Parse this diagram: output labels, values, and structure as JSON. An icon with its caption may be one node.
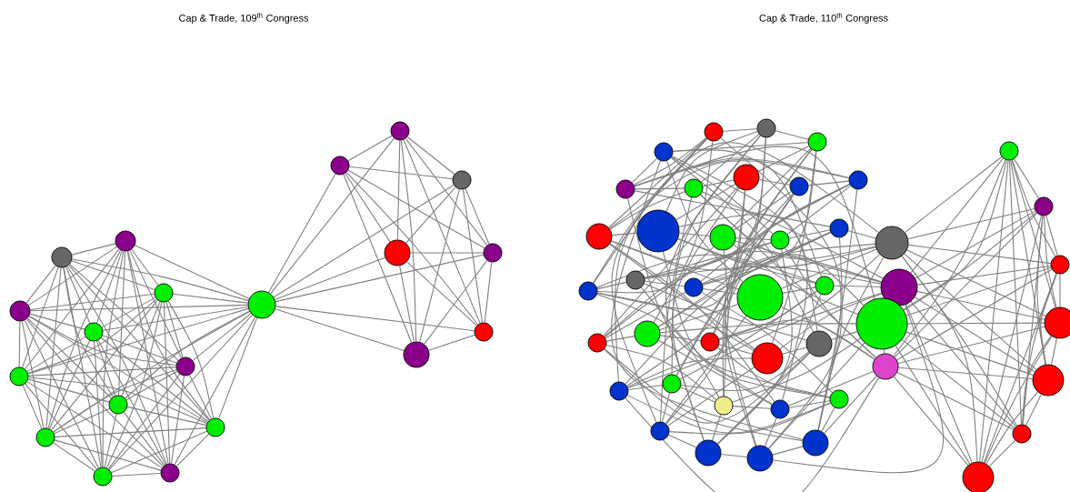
{
  "diagram": {
    "labels": [
      "Cap & Trade, 109$^{th}$ Congress",
      "Cap & Trade, 110$^{th}$ Congress"
    ],
    "nodes": [
      {
        "text": [],
        "shape": "circle"
      },
      {
        "text": [],
        "shape": "circle"
      },
      {
        "text": [],
        "shape": "circle"
      },
      {
        "text": [],
        "shape": "circle"
      },
      {
        "text": [],
        "shape": "circle"
      },
      {
        "text": [],
        "shape": "circle"
      },
      {
        "text": [],
        "shape": "circle"
      },
      {
        "text": [],
        "shape": "circle"
      },
      {
        "text": [],
        "shape": "circle"
      },
      {
        "text": [],
        "shape": "circle"
      },
      {
        "text": [],
        "shape": "circle"
      },
      {
        "text": [],
        "shape": "circle"
      },
      {
        "text": [],
        "shape": "circle"
      },
      {
        "text": [],
        "shape": "circle"
      },
      {
        "text": [],
        "shape": "circle"
      },
      {
        "text": [],
        "shape": "circle"
      },
      {
        "text": [],
        "shape": "circle"
      },
      {
        "text": [],
        "shape": "circle"
      },
      {
        "text": [],
        "shape": "circle"
      },
      {
        "text": [],
        "shape": "circle"
      },
      {
        "text": [],
        "shape": "circle"
      },
      {
        "text": [],
        "shape": "circle"
      },
      {
        "text": [],
        "shape": "circle"
      },
      {
        "text": [],
        "shape": "circle"
      },
      {
        "text": [],
        "shape": "circle"
      },
      {
        "text": [],
        "shape": "circle"
      },
      {
        "text": [],
        "shape": "circle"
      },
      {
        "text": [],
        "shape": "circle"
      },
      {
        "text": [],
        "shape": "circle"
      },
      {
        "text": [],
        "shape": "circle"
      },
      {
        "text": [],
        "shape": "circle"
      },
      {
        "text": [],
        "shape": "circle"
      },
      {
        "text": [],
        "shape": "circle"
      },
      {
        "text": [],
        "shape": "circle"
      },
      {
        "text": [],
        "shape": "circle"
      },
      {
        "text": [],
        "shape": "circle"
      },
      {
        "text": [],
        "shape": "circle"
      },
      {
        "text": [],
        "shape": "circle"
      },
      {
        "text": [],
        "shape": "circle"
      },
      {
        "text": [],
        "shape": "circle"
      },
      {
        "text": [],
        "shape": "circle"
      },
      {
        "text": [],
        "shape": "circle"
      },
      {
        "text": [],
        "shape": "circle"
      },
      {
        "text": [],
        "shape": "circle"
      },
      {
        "text": [],
        "shape": "circle"
      },
      {
        "text": [],
        "shape": "circle"
      },
      {
        "text": [],
        "shape": "circle"
      },
      {
        "text": [],
        "shape": "circle"
      },
      {
        "text": [],
        "shape": "circle"
      },
      {
        "text": [],
        "shape": "circle"
      },
      {
        "text": [],
        "shape": "circle"
      },
      {
        "text": [],
        "shape": "circle"
      },
      {
        "text": [],
        "shape": "circle"
      },
      {
        "text": [],
        "shape": "circle"
      },
      {
        "text": [],
        "shape": "circle"
      },
      {
        "text": [],
        "shape": "circle"
      },
      {
        "text": [],
        "shape": "circle"
      },
      {
        "text": [],
        "shape": "circle"
      },
      {
        "text": [],
        "shape": "circle"
      },
      {
        "text": [],
        "shape": "circle"
      },
      {
        "text": [],
        "shape": "circle"
      },
      {
        "text": [],
        "shape": "circle"
      },
      {
        "text": [],
        "shape": "circle"
      },
      {
        "text": [],
        "shape": "circle"
      }
    ],
    "edges": [
      {
        "from": 0,
        "to": 1,
        "arrow": "none"
      },
      {
        "from": 0,
        "to": 2,
        "arrow": "none"
      },
      {
        "from": 0,
        "to": 3,
        "arrow": "none"
      },
      {
        "from": 0,
        "to": 4,
        "arrow": "none"
      },
      {
        "from": 0,
        "to": 5,
        "arrow": "none"
      },
      {
        "from": 0,
        "to": 6,
        "arrow": "none"
      },
      {
        "from": 0,
        "to": 7,
        "arrow": "none"
      },
      {
        "from": 0,
        "to": 8,
        "arrow": "none"
      },
      {
        "from": 0,
        "to": 9,
        "arrow": "none"
      },
      {
        "from": 0,
        "to": 10,
        "arrow": "none"
      },
      {
        "from": 0,
        "to": 11,
        "arrow": "none"
      },
      {
        "from": 1,
        "to": 2,
        "arrow": "none"
      },
      {
        "from": 1,
        "to": 3,
        "arrow": "none"
      },
      {
        "from": 1,
        "to": 4,
        "arrow": "none"
      },
      {
        "from": 1,
        "to": 5,
        "arrow": "none"
      },
      {
        "from": 1,
        "to": 6,
        "arrow": "none"
      },
      {
        "from": 1,
        "to": 7,
        "arrow": "none"
      },
      {
        "from": 1,
        "to": 8,
        "arrow": "none"
      },
      {
        "from": 1,
        "to": 9,
        "arrow": "none"
      },
      {
        "from": 1,
        "to": 10,
        "arrow": "none"
      },
      {
        "from": 1,
        "to": 11,
        "arrow": "none"
      },
      {
        "from": 2,
        "to": 3,
        "arrow": "none"
      },
      {
        "from": 2,
        "to": 4,
        "arrow": "none"
      },
      {
        "from": 2,
        "to": 5,
        "arrow": "none"
      },
      {
        "from": 2,
        "to": 6,
        "arrow": "none"
      },
      {
        "from": 2,
        "to": 7,
        "arrow": "none"
      },
      {
        "from": 2,
        "to": 8,
        "arrow": "none"
      },
      {
        "from": 2,
        "to": 9,
        "arrow": "none"
      },
      {
        "from": 2,
        "to": 10,
        "arrow": "none"
      },
      {
        "from": 2,
        "to": 11,
        "arrow": "none"
      },
      {
        "from": 3,
        "to": 4,
        "arrow": "none"
      },
      {
        "from": 3,
        "to": 5,
        "arrow": "none"
      },
      {
        "from": 3,
        "to": 6,
        "arrow": "none"
      },
      {
        "from": 3,
        "to": 7,
        "arrow": "none"
      },
      {
        "from": 3,
        "to": 8,
        "arrow": "none"
      },
      {
        "from": 3,
        "to": 9,
        "arrow": "none"
      },
      {
        "from": 3,
        "to": 10,
        "arrow": "none"
      },
      {
        "from": 3,
        "to": 11,
        "arrow": "none"
      },
      {
        "from": 4,
        "to": 5,
        "arrow": "none"
      },
      {
        "from": 4,
        "to": 6,
        "arrow": "none"
      },
      {
        "from": 4,
        "to": 7,
        "arrow": "none"
      },
      {
        "from": 4,
        "to": 8,
        "arrow": "none"
      },
      {
        "from": 4,
        "to": 9,
        "arrow": "none"
      },
      {
        "from": 4,
        "to": 10,
        "arrow": "none"
      },
      {
        "from": 4,
        "to": 11,
        "arrow": "none"
      },
      {
        "from": 5,
        "to": 6,
        "arrow": "none"
      },
      {
        "from": 5,
        "to": 7,
        "arrow": "none"
      },
      {
        "from": 5,
        "to": 8,
        "arrow": "none"
      },
      {
        "from": 5,
        "to": 9,
        "arrow": "none"
      },
      {
        "from": 5,
        "to": 10,
        "arrow": "none"
      },
      {
        "from": 5,
        "to": 11,
        "arrow": "none"
      },
      {
        "from": 6,
        "to": 7,
        "arrow": "none"
      },
      {
        "from": 6,
        "to": 8,
        "arrow": "none"
      },
      {
        "from": 6,
        "to": 9,
        "arrow": "none"
      },
      {
        "from": 6,
        "to": 10,
        "arrow": "none"
      },
      {
        "from": 6,
        "to": 11,
        "arrow": "none"
      },
      {
        "from": 7,
        "to": 8,
        "arrow": "none"
      },
      {
        "from": 7,
        "to": 9,
        "arrow": "none"
      },
      {
        "from": 7,
        "to": 10,
        "arrow": "none"
      },
      {
        "from": 7,
        "to": 11,
        "arrow": "none"
      },
      {
        "from": 8,
        "to": 9,
        "arrow": "none"
      },
      {
        "from": 8,
        "to": 10,
        "arrow": "none"
      },
      {
        "from": 8,
        "to": 11,
        "arrow": "none"
      },
      {
        "from": 9,
        "to": 10,
        "arrow": "none"
      },
      {
        "from": 9,
        "to": 11,
        "arrow": "none"
      },
      {
        "from": 10,
        "to": 11,
        "arrow": "none"
      },
      {
        "from": 12,
        "to": 0,
        "arrow": "none"
      },
      {
        "from": 12,
        "to": 1,
        "arrow": "none"
      },
      {
        "from": 12,
        "to": 2,
        "arrow": "none"
      },
      {
        "from": 12,
        "to": 3,
        "arrow": "none"
      },
      {
        "from": 12,
        "to": 4,
        "arrow": "none"
      },
      {
        "from": 12,
        "to": 5,
        "arrow": "none"
      },
      {
        "from": 12,
        "to": 6,
        "arrow": "none"
      },
      {
        "from": 12,
        "to": 7,
        "arrow": "none"
      },
      {
        "from": 12,
        "to": 8,
        "arrow": "none"
      },
      {
        "from": 12,
        "to": 9,
        "arrow": "none"
      },
      {
        "from": 12,
        "to": 10,
        "arrow": "none"
      },
      {
        "from": 12,
        "to": 11,
        "arrow": "none"
      },
      {
        "from": 12,
        "to": 13,
        "arrow": "none"
      },
      {
        "from": 12,
        "to": 14,
        "arrow": "none"
      },
      {
        "from": 12,
        "to": 15,
        "arrow": "none"
      },
      {
        "from": 12,
        "to": 16,
        "arrow": "none"
      },
      {
        "from": 12,
        "to": 17,
        "arrow": "none"
      },
      {
        "from": 12,
        "to": 18,
        "arrow": "none"
      },
      {
        "from": 12,
        "to": 19,
        "arrow": "none"
      },
      {
        "from": 13,
        "to": 14,
        "arrow": "none"
      },
      {
        "from": 13,
        "to": 15,
        "arrow": "none"
      },
      {
        "from": 13,
        "to": 16,
        "arrow": "none"
      },
      {
        "from": 13,
        "to": 17,
        "arrow": "none"
      },
      {
        "from": 13,
        "to": 18,
        "arrow": "none"
      },
      {
        "from": 13,
        "to": 19,
        "arrow": "none"
      },
      {
        "from": 14,
        "to": 15,
        "arrow": "none"
      },
      {
        "from": 14,
        "to": 16,
        "arrow": "none"
      },
      {
        "from": 14,
        "to": 17,
        "arrow": "none"
      },
      {
        "from": 14,
        "to": 18,
        "arrow": "none"
      },
      {
        "from": 14,
        "to": 19,
        "arrow": "none"
      },
      {
        "from": 15,
        "to": 16,
        "arrow": "none"
      },
      {
        "from": 15,
        "to": 17,
        "arrow": "none"
      },
      {
        "from": 15,
        "to": 18,
        "arrow": "none"
      },
      {
        "from": 15,
        "to": 19,
        "arrow": "none"
      },
      {
        "from": 16,
        "to": 17,
        "arrow": "none"
      },
      {
        "from": 16,
        "to": 18,
        "arrow": "none"
      },
      {
        "from": 16,
        "to": 19,
        "arrow": "none"
      },
      {
        "from": 17,
        "to": 18,
        "arrow": "none"
      },
      {
        "from": 17,
        "to": 19,
        "arrow": "none"
      },
      {
        "from": 18,
        "to": 19,
        "arrow": "none"
      },
      {
        "from": 20,
        "to": 21,
        "arrow": "none"
      },
      {
        "from": 21,
        "to": 22,
        "arrow": "none"
      },
      {
        "from": 22,
        "to": 23,
        "arrow": "none"
      },
      {
        "from": 23,
        "to": 24,
        "arrow": "none"
      },
      {
        "from": 24,
        "to": 25,
        "arrow": "none"
      },
      {
        "from": 25,
        "to": 26,
        "arrow": "none"
      },
      {
        "from": 26,
        "to": 27,
        "arrow": "none"
      },
      {
        "from": 27,
        "to": 28,
        "arrow": "none"
      },
      {
        "from": 28,
        "to": 29,
        "arrow": "none"
      },
      {
        "from": 29,
        "to": 30,
        "arrow": "none"
      },
      {
        "from": 30,
        "to": 31,
        "arrow": "none"
      },
      {
        "from": 31,
        "to": 32,
        "arrow": "none"
      },
      {
        "from": 32,
        "to": 33,
        "arrow": "none"
      },
      {
        "from": 33,
        "to": 34,
        "arrow": "none"
      },
      {
        "from": 34,
        "to": 35,
        "arrow": "none"
      },
      {
        "from": 35,
        "to": 36,
        "arrow": "none"
      },
      {
        "from": 36,
        "to": 37,
        "arrow": "none"
      },
      {
        "from": 37,
        "to": 38,
        "arrow": "none"
      },
      {
        "from": 38,
        "to": 39,
        "arrow": "none"
      },
      {
        "from": 39,
        "to": 40,
        "arrow": "none"
      },
      {
        "from": 40,
        "to": 41,
        "arrow": "none"
      },
      {
        "from": 41,
        "to": 42,
        "arrow": "none"
      },
      {
        "from": 42,
        "to": 43,
        "arrow": "none"
      },
      {
        "from": 43,
        "to": 44,
        "arrow": "none"
      },
      {
        "from": 44,
        "to": 45,
        "arrow": "none"
      },
      {
        "from": 45,
        "to": 46,
        "arrow": "none"
      },
      {
        "from": 46,
        "to": 47,
        "arrow": "none"
      },
      {
        "from": 47,
        "to": 48,
        "arrow": "none"
      },
      {
        "from": 48,
        "to": 49,
        "arrow": "none"
      },
      {
        "from": 49,
        "to": 50,
        "arrow": "none"
      },
      {
        "from": 50,
        "to": 51,
        "arrow": "none"
      },
      {
        "from": 51,
        "to": 52,
        "arrow": "none"
      },
      {
        "from": 52,
        "to": 53,
        "arrow": "none"
      },
      {
        "from": 53,
        "to": 54,
        "arrow": "none"
      },
      {
        "from": 54,
        "to": 55,
        "arrow": "none"
      },
      {
        "from": 55,
        "to": 56,
        "arrow": "none"
      },
      {
        "from": 56,
        "to": 20,
        "arrow": "none"
      },
      {
        "from": 20,
        "to": 24,
        "arrow": "none"
      },
      {
        "from": 21,
        "to": 25,
        "arrow": "none"
      },
      {
        "from": 22,
        "to": 26,
        "arrow": "none"
      },
      {
        "from": 23,
        "to": 27,
        "arrow": "none"
      },
      {
        "from": 24,
        "to": 28,
        "arrow": "none"
      },
      {
        "from": 25,
        "to": 29,
        "arrow": "none"
      },
      {
        "from": 26,
        "to": 30,
        "arrow": "none"
      },
      {
        "from": 27,
        "to": 31,
        "arrow": "none"
      },
      {
        "from": 28,
        "to": 32,
        "arrow": "none"
      },
      {
        "from": 29,
        "to": 33,
        "arrow": "none"
      },
      {
        "from": 30,
        "to": 34,
        "arrow": "none"
      },
      {
        "from": 31,
        "to": 35,
        "arrow": "none"
      },
      {
        "from": 32,
        "to": 36,
        "arrow": "none"
      },
      {
        "from": 33,
        "to": 37,
        "arrow": "none"
      },
      {
        "from": 34,
        "to": 38,
        "arrow": "none"
      },
      {
        "from": 35,
        "to": 39,
        "arrow": "none"
      },
      {
        "from": 36,
        "to": 40,
        "arrow": "none"
      },
      {
        "from": 37,
        "to": 41,
        "arrow": "none"
      },
      {
        "from": 38,
        "to": 42,
        "arrow": "none"
      },
      {
        "from": 39,
        "to": 43,
        "arrow": "none"
      },
      {
        "from": 40,
        "to": 44,
        "arrow": "none"
      },
      {
        "from": 41,
        "to": 45,
        "arrow": "none"
      },
      {
        "from": 42,
        "to": 46,
        "arrow": "none"
      },
      {
        "from": 43,
        "to": 47,
        "arrow": "none"
      },
      {
        "from": 44,
        "to": 48,
        "arrow": "none"
      },
      {
        "from": 45,
        "to": 49,
        "arrow": "none"
      },
      {
        "from": 46,
        "to": 50,
        "arrow": "none"
      },
      {
        "from": 47,
        "to": 51,
        "arrow": "none"
      },
      {
        "from": 48,
        "to": 52,
        "arrow": "none"
      },
      {
        "from": 49,
        "to": 53,
        "arrow": "none"
      },
      {
        "from": 50,
        "to": 54,
        "arrow": "none"
      },
      {
        "from": 51,
        "to": 55,
        "arrow": "none"
      },
      {
        "from": 52,
        "to": 56,
        "arrow": "none"
      },
      {
        "from": 53,
        "to": 20,
        "arrow": "none"
      },
      {
        "from": 54,
        "to": 21,
        "arrow": "none"
      },
      {
        "from": 55,
        "to": 22,
        "arrow": "none"
      },
      {
        "from": 56,
        "to": 23,
        "arrow": "none"
      },
      {
        "from": 20,
        "to": 29,
        "arrow": "none"
      },
      {
        "from": 21,
        "to": 30,
        "arrow": "none"
      },
      {
        "from": 22,
        "to": 31,
        "arrow": "none"
      },
      {
        "from": 23,
        "to": 32,
        "arrow": "none"
      },
      {
        "from": 24,
        "to": 33,
        "arrow": "none"
      },
      {
        "from": 25,
        "to": 34,
        "arrow": "none"
      },
      {
        "from": 26,
        "to": 35,
        "arrow": "none"
      },
      {
        "from": 27,
        "to": 36,
        "arrow": "none"
      },
      {
        "from": 28,
        "to": 37,
        "arrow": "none"
      },
      {
        "from": 29,
        "to": 38,
        "arrow": "none"
      },
      {
        "from": 30,
        "to": 39,
        "arrow": "none"
      },
      {
        "from": 31,
        "to": 40,
        "arrow": "none"
      },
      {
        "from": 32,
        "to": 41,
        "arrow": "none"
      },
      {
        "from": 33,
        "to": 42,
        "arrow": "none"
      },
      {
        "from": 34,
        "to": 43,
        "arrow": "none"
      },
      {
        "from": 35,
        "to": 44,
        "arrow": "none"
      },
      {
        "from": 36,
        "to": 45,
        "arrow": "none"
      },
      {
        "from": 37,
        "to": 46,
        "arrow": "none"
      },
      {
        "from": 38,
        "to": 47,
        "arrow": "none"
      },
      {
        "from": 39,
        "to": 48,
        "arrow": "none"
      },
      {
        "from": 40,
        "to": 49,
        "arrow": "none"
      },
      {
        "from": 41,
        "to": 50,
        "arrow": "none"
      },
      {
        "from": 42,
        "to": 51,
        "arrow": "none"
      },
      {
        "from": 43,
        "to": 52,
        "arrow": "none"
      },
      {
        "from": 44,
        "to": 53,
        "arrow": "none"
      },
      {
        "from": 45,
        "to": 54,
        "arrow": "none"
      },
      {
        "from": 46,
        "to": 55,
        "arrow": "none"
      },
      {
        "from": 47,
        "to": 56,
        "arrow": "none"
      },
      {
        "from": 48,
        "to": 20,
        "arrow": "none"
      },
      {
        "from": 49,
        "to": 21,
        "arrow": "none"
      },
      {
        "from": 50,
        "to": 22,
        "arrow": "none"
      },
      {
        "from": 51,
        "to": 23,
        "arrow": "none"
      },
      {
        "from": 52,
        "to": 24,
        "arrow": "none"
      },
      {
        "from": 53,
        "to": 25,
        "arrow": "none"
      },
      {
        "from": 54,
        "to": 26,
        "arrow": "none"
      },
      {
        "from": 55,
        "to": 27,
        "arrow": "none"
      },
      {
        "from": 56,
        "to": 28,
        "arrow": "none"
      },
      {
        "from": 20,
        "to": 35,
        "arrow": "none"
      },
      {
        "from": 21,
        "to": 36,
        "arrow": "none"
      },
      {
        "from": 22,
        "to": 37,
        "arrow": "none"
      },
      {
        "from": 23,
        "to": 38,
        "arrow": "none"
      },
      {
        "from": 24,
        "to": 39,
        "arrow": "none"
      },
      {
        "from": 25,
        "to": 40,
        "arrow": "none"
      },
      {
        "from": 26,
        "to": 41,
        "arrow": "none"
      },
      {
        "from": 27,
        "to": 42,
        "arrow": "none"
      },
      {
        "from": 28,
        "to": 43,
        "arrow": "none"
      },
      {
        "from": 29,
        "to": 44,
        "arrow": "none"
      },
      {
        "from": 30,
        "to": 45,
        "arrow": "none"
      },
      {
        "from": 31,
        "to": 46,
        "arrow": "none"
      },
      {
        "from": 32,
        "to": 47,
        "arrow": "none"
      },
      {
        "from": 33,
        "to": 48,
        "arrow": "none"
      },
      {
        "from": 34,
        "to": 49,
        "arrow": "none"
      },
      {
        "from": 35,
        "to": 50,
        "arrow": "none"
      },
      {
        "from": 36,
        "to": 51,
        "arrow": "none"
      },
      {
        "from": 37,
        "to": 52,
        "arrow": "none"
      },
      {
        "from": 38,
        "to": 53,
        "arrow": "none"
      },
      {
        "from": 39,
        "to": 54,
        "arrow": "none"
      },
      {
        "from": 40,
        "to": 55,
        "arrow": "none"
      },
      {
        "from": 41,
        "to": 56,
        "arrow": "none"
      },
      {
        "from": 42,
        "to": 20,
        "arrow": "none"
      },
      {
        "from": 43,
        "to": 21,
        "arrow": "none"
      },
      {
        "from": 44,
        "to": 22,
        "arrow": "none"
      },
      {
        "from": 45,
        "to": 23,
        "arrow": "none"
      },
      {
        "from": 46,
        "to": 24,
        "arrow": "none"
      },
      {
        "from": 47,
        "to": 25,
        "arrow": "none"
      },
      {
        "from": 48,
        "to": 26,
        "arrow": "none"
      },
      {
        "from": 49,
        "to": 27,
        "arrow": "none"
      },
      {
        "from": 50,
        "to": 28,
        "arrow": "none"
      },
      {
        "from": 51,
        "to": 29,
        "arrow": "none"
      },
      {
        "from": 52,
        "to": 30,
        "arrow": "none"
      },
      {
        "from": 53,
        "to": 31,
        "arrow": "none"
      },
      {
        "from": 54,
        "to": 32,
        "arrow": "none"
      },
      {
        "from": 55,
        "to": 33,
        "arrow": "none"
      },
      {
        "from": 56,
        "to": 34,
        "arrow": "none"
      },
      {
        "from": 34,
        "to": 57,
        "arrow": "none"
      },
      {
        "from": 34,
        "to": 58,
        "arrow": "none"
      },
      {
        "from": 34,
        "to": 59,
        "arrow": "none"
      },
      {
        "from": 34,
        "to": 60,
        "arrow": "none"
      },
      {
        "from": 34,
        "to": 61,
        "arrow": "none"
      },
      {
        "from": 34,
        "to": 62,
        "arrow": "none"
      },
      {
        "from": 34,
        "to": 63,
        "arrow": "none"
      },
      {
        "from": 40,
        "to": 57,
        "arrow": "none"
      },
      {
        "from": 40,
        "to": 58,
        "arrow": "none"
      },
      {
        "from": 40,
        "to": 59,
        "arrow": "none"
      },
      {
        "from": 40,
        "to": 60,
        "arrow": "none"
      },
      {
        "from": 40,
        "to": 61,
        "arrow": "none"
      },
      {
        "from": 40,
        "to": 62,
        "arrow": "none"
      },
      {
        "from": 40,
        "to": 63,
        "arrow": "none"
      },
      {
        "from": 46,
        "to": 57,
        "arrow": "none"
      },
      {
        "from": 46,
        "to": 58,
        "arrow": "none"
      },
      {
        "from": 46,
        "to": 59,
        "arrow": "none"
      },
      {
        "from": 46,
        "to": 60,
        "arrow": "none"
      },
      {
        "from": 46,
        "to": 61,
        "arrow": "none"
      },
      {
        "from": 46,
        "to": 62,
        "arrow": "none"
      },
      {
        "from": 46,
        "to": 63,
        "arrow": "none"
      },
      {
        "from": 47,
        "to": 57,
        "arrow": "none"
      },
      {
        "from": 47,
        "to": 58,
        "arrow": "none"
      },
      {
        "from": 47,
        "to": 59,
        "arrow": "none"
      },
      {
        "from": 47,
        "to": 60,
        "arrow": "none"
      },
      {
        "from": 47,
        "to": 61,
        "arrow": "none"
      },
      {
        "from": 47,
        "to": 62,
        "arrow": "none"
      },
      {
        "from": 47,
        "to": 63,
        "arrow": "none"
      },
      {
        "from": 57,
        "to": 58,
        "arrow": "none"
      },
      {
        "from": 57,
        "to": 59,
        "arrow": "none"
      },
      {
        "from": 57,
        "to": 60,
        "arrow": "none"
      },
      {
        "from": 57,
        "to": 61,
        "arrow": "none"
      },
      {
        "from": 57,
        "to": 62,
        "arrow": "none"
      },
      {
        "from": 57,
        "to": 63,
        "arrow": "none"
      },
      {
        "from": 58,
        "to": 59,
        "arrow": "none"
      },
      {
        "from": 58,
        "to": 60,
        "arrow": "none"
      },
      {
        "from": 58,
        "to": 61,
        "arrow": "none"
      },
      {
        "from": 58,
        "to": 62,
        "arrow": "none"
      },
      {
        "from": 58,
        "to": 63,
        "arrow": "none"
      },
      {
        "from": 59,
        "to": 60,
        "arrow": "none"
      },
      {
        "from": 59,
        "to": 61,
        "arrow": "none"
      },
      {
        "from": 59,
        "to": 62,
        "arrow": "none"
      },
      {
        "from": 59,
        "to": 63,
        "arrow": "none"
      },
      {
        "from": 60,
        "to": 61,
        "arrow": "none"
      },
      {
        "from": 60,
        "to": 62,
        "arrow": "none"
      },
      {
        "from": 60,
        "to": 63,
        "arrow": "none"
      },
      {
        "from": 61,
        "to": 62,
        "arrow": "none"
      },
      {
        "from": 61,
        "to": 63,
        "arrow": "none"
      },
      {
        "from": 62,
        "to": 63,
        "arrow": "none"
      }
    ]
  }
}
